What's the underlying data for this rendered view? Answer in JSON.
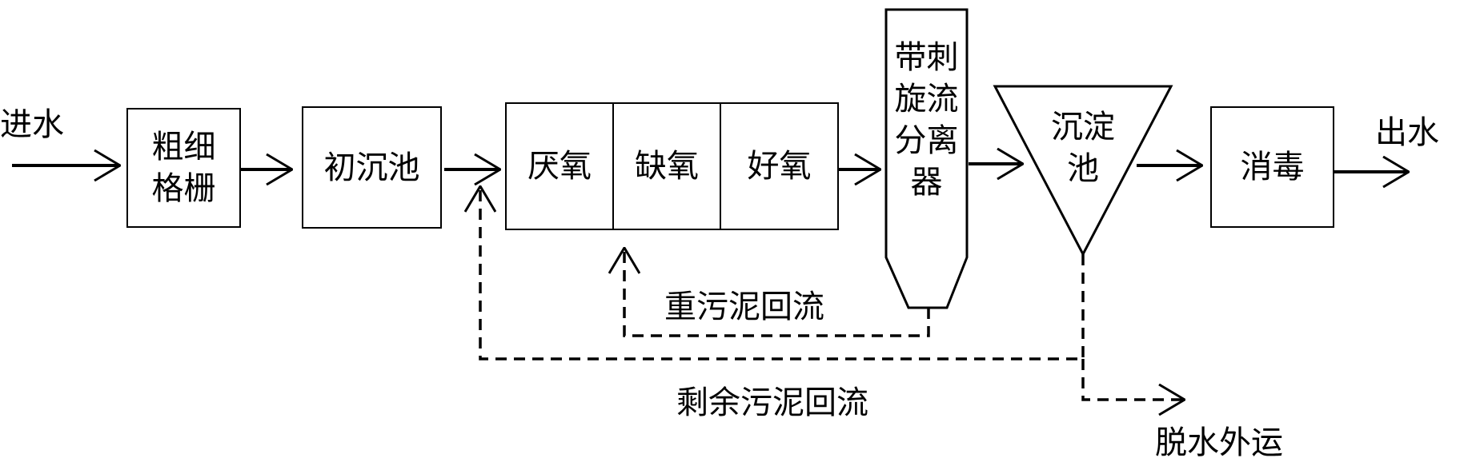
{
  "inlet_label": "进水",
  "outlet_label": "出水",
  "units": {
    "screen": "粗细\n格栅",
    "primary_clarifier": "初沉池",
    "anaerobic": "厌氧",
    "anoxic": "缺氧",
    "aerobic": "好氧",
    "separator": "带刺\n旋流\n分离\n器",
    "settling_tank": "沉淀\n池",
    "disinfection": "消毒"
  },
  "flows": {
    "heavy_sludge_return": "重污泥回流",
    "excess_sludge_return": "剩余污泥回流",
    "dewater_export": "脱水外运"
  }
}
